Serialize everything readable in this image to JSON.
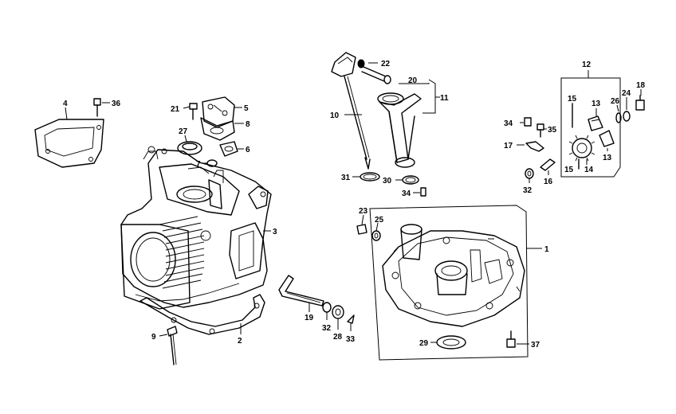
{
  "labels": {
    "l1": "1",
    "l2": "2",
    "l3": "3",
    "l4": "4",
    "l5": "5",
    "l6": "6",
    "l7": "7",
    "l8": "8",
    "l9": "9",
    "l10": "10",
    "l11": "11",
    "l12": "12",
    "l13a": "13",
    "l13b": "13",
    "l14": "14",
    "l15a": "15",
    "l15b": "15",
    "l16": "16",
    "l17": "17",
    "l18": "18",
    "l19": "19",
    "l20": "20",
    "l21": "21",
    "l22": "22",
    "l23": "23",
    "l24": "24",
    "l25": "25",
    "l26": "26",
    "l27": "27",
    "l28": "28",
    "l29": "29",
    "l30": "30",
    "l31": "31",
    "l32a": "32",
    "l32b": "32",
    "l33": "33",
    "l34a": "34",
    "l34b": "34",
    "l35": "35",
    "l36": "36",
    "l37": "37"
  }
}
